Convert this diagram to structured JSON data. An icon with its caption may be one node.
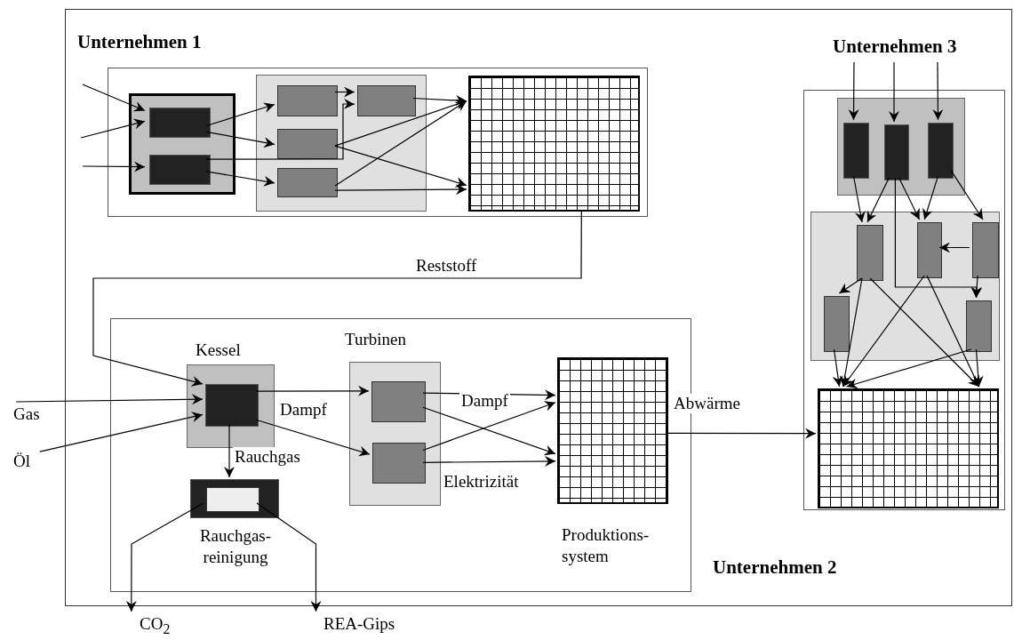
{
  "diagram": {
    "nodes": [
      {
        "text": [],
        "shape": "box"
      },
      {
        "text": [
          "Unternehmen 1"
        ],
        "in": 0
      },
      {
        "text": [],
        "shape": "box",
        "in": 1
      },
      {
        "text": [],
        "shape": "box",
        "in": 2
      },
      {
        "text": [],
        "shape": "box",
        "in": 2
      },
      {
        "text": [],
        "shape": "box",
        "in": 1
      },
      {
        "text": [],
        "shape": "box",
        "in": 5
      },
      {
        "text": [],
        "shape": "box",
        "in": 5
      },
      {
        "text": [],
        "shape": "box",
        "in": 5
      },
      {
        "text": [],
        "shape": "box",
        "in": 5
      },
      {
        "text": [],
        "shape": "grid",
        "in": 1
      },
      {
        "text": [
          "Unternehmen 2"
        ],
        "in": 0
      },
      {
        "text": [
          "Kessel"
        ],
        "in": 11
      },
      {
        "text": [],
        "shape": "box",
        "in": 12
      },
      {
        "text": [
          "Turbinen"
        ],
        "in": 11
      },
      {
        "text": [],
        "shape": "box",
        "in": 14
      },
      {
        "text": [],
        "shape": "box",
        "in": 14
      },
      {
        "text": [
          "Produktions- system"
        ],
        "in": 11
      },
      {
        "text": [
          "Rauchgas- reinigung"
        ],
        "in": 11
      },
      {
        "text": [],
        "shape": "box",
        "in": 18
      },
      {
        "text": [
          "Gas"
        ]
      },
      {
        "text": [
          "Öl"
        ]
      },
      {
        "text": [
          "Unternehmen 3"
        ],
        "in": 0
      },
      {
        "text": [],
        "shape": "box",
        "in": 22
      },
      {
        "text": [],
        "shape": "box",
        "in": 23
      },
      {
        "text": [],
        "shape": "box",
        "in": 23
      },
      {
        "text": [],
        "shape": "box",
        "in": 23
      },
      {
        "text": [],
        "shape": "box",
        "in": 22
      },
      {
        "text": [],
        "shape": "box",
        "in": 27
      },
      {
        "text": [],
        "shape": "box",
        "in": 27
      },
      {
        "text": [],
        "shape": "box",
        "in": 27
      },
      {
        "text": [],
        "shape": "box",
        "in": 27
      },
      {
        "text": [],
        "shape": "box",
        "in": 27
      },
      {
        "text": [],
        "shape": "grid",
        "in": 22
      },
      {
        "text": [
          "CO$_{2}$"
        ]
      },
      {
        "text": [
          "REA-Gips"
        ]
      }
    ],
    "edges": [
      {
        "from": null,
        "to": 3,
        "arrow": "to"
      },
      {
        "from": null,
        "to": 3,
        "arrow": "to"
      },
      {
        "from": null,
        "to": 4,
        "arrow": "to"
      },
      {
        "from": 3,
        "to": 6,
        "arrow": "to"
      },
      {
        "from": 3,
        "to": 8,
        "arrow": "to"
      },
      {
        "from": 4,
        "to": 7,
        "arrow": "to"
      },
      {
        "from": 6,
        "to": 7,
        "arrow": "to"
      },
      {
        "from": 4,
        "to": 9,
        "arrow": "to"
      },
      {
        "from": 7,
        "to": 10,
        "arrow": "to"
      },
      {
        "from": 8,
        "to": 10,
        "arrow": "to"
      },
      {
        "from": 8,
        "to": 10,
        "arrow": "to"
      },
      {
        "from": 9,
        "to": 10,
        "arrow": "to"
      },
      {
        "from": 9,
        "to": 10,
        "arrow": "to"
      },
      {
        "from": 10,
        "to": 13,
        "arrow": "to",
        "label": "Reststoff"
      },
      {
        "from": 20,
        "to": 13,
        "arrow": "to"
      },
      {
        "from": 21,
        "to": 13,
        "arrow": "to"
      },
      {
        "from": 13,
        "to": 15,
        "arrow": "to"
      },
      {
        "from": 13,
        "to": 16,
        "arrow": "to",
        "label": "Dampf"
      },
      {
        "from": 13,
        "to": 18,
        "arrow": "to",
        "label": "Rauchgas"
      },
      {
        "from": 15,
        "to": 17,
        "arrow": "to",
        "label": "Dampf"
      },
      {
        "from": 15,
        "to": 17,
        "arrow": "to"
      },
      {
        "from": 16,
        "to": 17,
        "arrow": "to"
      },
      {
        "from": 16,
        "to": 17,
        "arrow": "to",
        "label": "Elektrizität"
      },
      {
        "from": 17,
        "to": 33,
        "arrow": "to",
        "label": "Abwärme"
      },
      {
        "from": 19,
        "to": 34,
        "arrow": "to"
      },
      {
        "from": 19,
        "to": 35,
        "arrow": "to"
      },
      {
        "from": null,
        "to": 24,
        "arrow": "to"
      },
      {
        "from": null,
        "to": 25,
        "arrow": "to"
      },
      {
        "from": null,
        "to": 26,
        "arrow": "to"
      },
      {
        "from": 24,
        "to": 28,
        "arrow": "to"
      },
      {
        "from": 25,
        "to": 28,
        "arrow": "to"
      },
      {
        "from": 25,
        "to": 29,
        "arrow": "to"
      },
      {
        "from": 26,
        "to": 29,
        "arrow": "to"
      },
      {
        "from": 26,
        "to": 30,
        "arrow": "to"
      },
      {
        "from": 30,
        "to": 29,
        "arrow": "to"
      },
      {
        "from": 30,
        "to": 32,
        "arrow": "to"
      },
      {
        "from": 25,
        "to": 32,
        "arrow": "to"
      },
      {
        "from": 28,
        "to": 31,
        "arrow": "to"
      },
      {
        "from": 28,
        "to": 33,
        "arrow": "to"
      },
      {
        "from": 28,
        "to": 33,
        "arrow": "to"
      },
      {
        "from": 29,
        "to": 33,
        "arrow": "to"
      },
      {
        "from": 29,
        "to": 33,
        "arrow": "to"
      },
      {
        "from": 31,
        "to": 33,
        "arrow": "to"
      },
      {
        "from": 32,
        "to": 33,
        "arrow": "to"
      },
      {
        "from": 32,
        "to": 33,
        "arrow": "to"
      }
    ]
  }
}
